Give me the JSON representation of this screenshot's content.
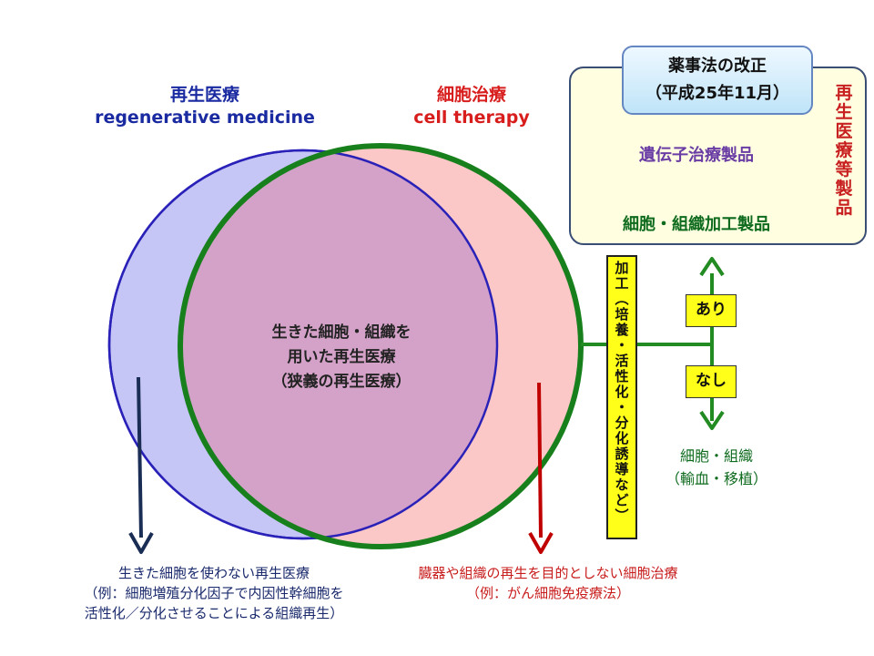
{
  "regenerative_medicine": {
    "title_ja": "再生医療",
    "title_en": "regenerative medicine"
  },
  "cell_therapy": {
    "title_ja": "細胞治療",
    "title_en": "cell therapy"
  },
  "overlap": {
    "line1": "生きた細胞・組織を",
    "line2": "用いた再生医療",
    "line3": "（狭義の再生医療）"
  },
  "law_revision": {
    "line1": "薬事法の改正",
    "line2": "（平成25年11月）"
  },
  "products": {
    "gene_therapy": "遺伝子治療製品",
    "cell_tissue": "細胞・組織加工製品",
    "group_label": [
      "再",
      "生",
      "医",
      "療",
      "等",
      "製",
      "品"
    ]
  },
  "processing": {
    "label": [
      "加",
      "工",
      "︵",
      "培",
      "養",
      "・",
      "活",
      "性",
      "化",
      "・",
      "分",
      "化",
      "誘",
      "導",
      "な",
      "ど",
      "︶"
    ],
    "yes": "あり",
    "no": "なし"
  },
  "cells_tissue_note": {
    "line1": "細胞・組織",
    "line2": "（輸血・移植）"
  },
  "no_cells_note": {
    "line1": "生きた細胞を使わない再生医療",
    "line2": "（例：細胞増殖分化因子で内因性幹細胞を",
    "line3": "活性化／分化させることによる組織再生）"
  },
  "cell_therapy_note": {
    "line1": "臓器や組織の再生を目的としない細胞治療",
    "line2": "（例：がん細胞免疫療法）"
  },
  "colors": {
    "regen_fill": "#c5c6f5",
    "regen_stroke": "#2a22b8",
    "cell_fill": "#fcc7c7",
    "overlap_fill": "#d4a2c8",
    "cell_stroke": "#17801d",
    "arrow_navy": "#1a2e55",
    "arrow_red": "#c00000",
    "arrow_green": "#228b22",
    "bracket_red": "#c00000",
    "yellow": "#ffff19"
  }
}
